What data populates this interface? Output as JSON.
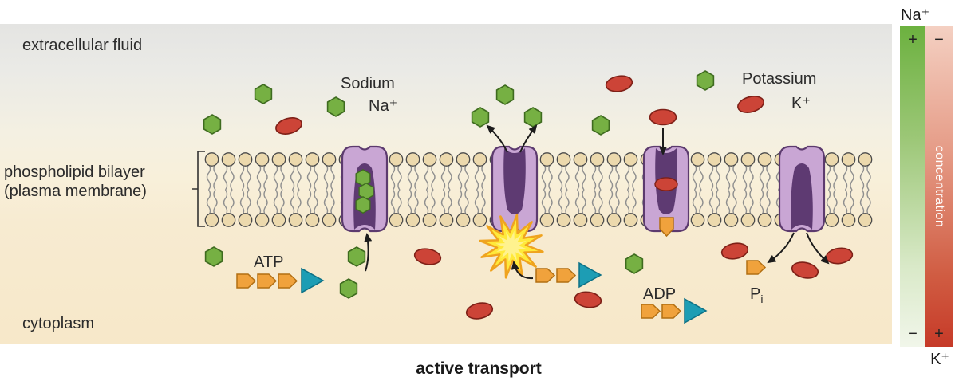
{
  "caption": "active transport",
  "regions": {
    "extracellular_label": "extracellular fluid",
    "bilayer_label_line1": "phospholipid bilayer",
    "bilayer_label_line2": "(plasma membrane)",
    "cytoplasm_label": "cytoplasm"
  },
  "ions": {
    "sodium_name": "Sodium",
    "sodium_symbol": "Na⁺",
    "potassium_name": "Potassium",
    "potassium_symbol": "K⁺"
  },
  "molecules": {
    "atp_label": "ATP",
    "adp_label": "ADP",
    "pi_base": "P",
    "pi_subscript": "i"
  },
  "gradient_bar": {
    "top_ion": "Na⁺",
    "bottom_ion": "K⁺",
    "axis_label": "concentration",
    "sodium_bar_top_sign": "+",
    "sodium_bar_bottom_sign": "−",
    "potassium_bar_top_sign": "−",
    "potassium_bar_bottom_sign": "+"
  },
  "icons": {
    "sodium_ion": "green hexagon",
    "potassium_ion": "red oval",
    "phosphate": "orange arrow pentagon",
    "adenosine": "teal triangle",
    "energy_burst": "yellow starburst",
    "membrane_pump": "purple transmembrane protein"
  },
  "colors": {
    "sodium_ion": "#76b043",
    "sodium_ion_stroke": "#3e6b1f",
    "potassium_ion": "#cc4437",
    "potassium_ion_stroke": "#7e2017",
    "pump_outer": "#c9a6d4",
    "pump_outer_stroke": "#5c3a6e",
    "pump_cavity": "#5e3a72",
    "lipid_head": "#ecd9ad",
    "phosphate": "#f0a23c",
    "phosphate_stroke": "#b26f12",
    "adenosine_triangle": "#1d9db4",
    "adenosine_triangle_stroke": "#0d7186",
    "energy_burst": "#ffe93a",
    "energy_burst_stroke": "#efa31f",
    "sodium_gradient_top": "#6cb13f",
    "potassium_gradient_bottom": "#c63a28",
    "extracellular_bg": "#e4e4e2",
    "cytoplasm_bg": "#f7e8c9"
  }
}
